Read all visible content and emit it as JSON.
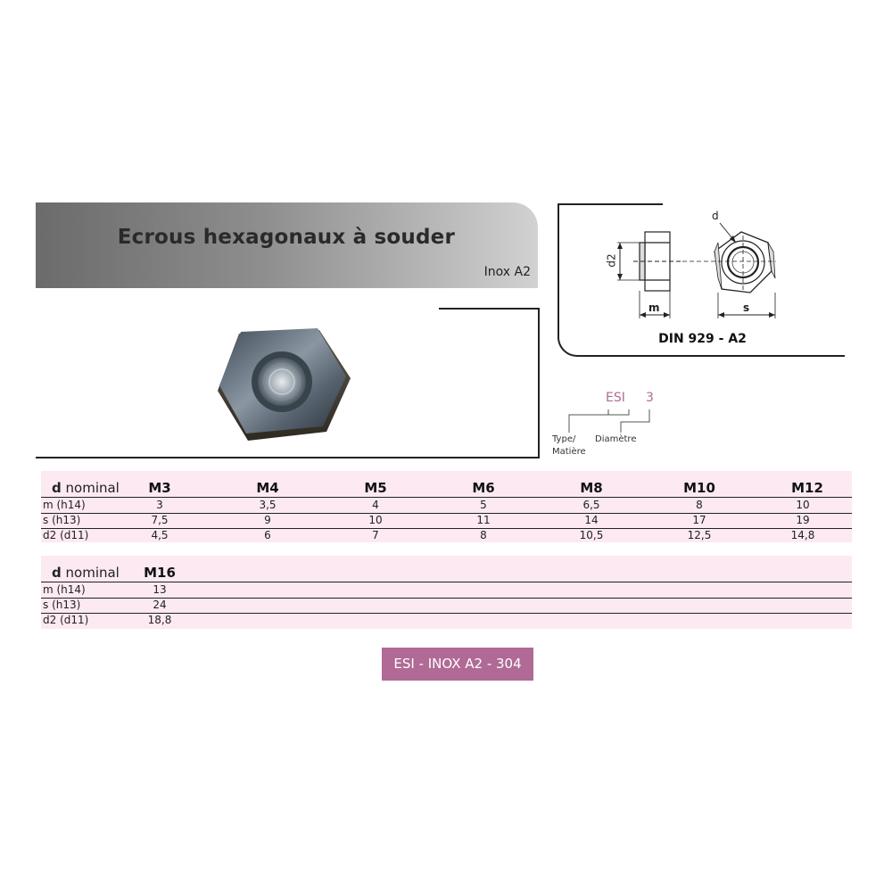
{
  "header": {
    "title": "Ecrous hexagonaux à souder",
    "subtitle": "Inox A2"
  },
  "diagram": {
    "label_d2": "d2",
    "label_m": "m",
    "label_d": "d",
    "label_s": "s",
    "standard": "DIN 929 - A2"
  },
  "code_legend": {
    "prefix": "ESI",
    "suffix": "3",
    "type_label_line1": "Type/",
    "type_label_line2": "Matière",
    "diam_label": "Diamètre"
  },
  "table1": {
    "header_bold": "d",
    "header_rest": " nominal",
    "columns": [
      "M3",
      "M4",
      "M5",
      "M6",
      "M8",
      "M10",
      "M12"
    ],
    "rows": [
      {
        "label": "m (h14)",
        "values": [
          "3",
          "3,5",
          "4",
          "5",
          "6,5",
          "8",
          "10"
        ]
      },
      {
        "label": "s (h13)",
        "values": [
          "7,5",
          "9",
          "10",
          "11",
          "14",
          "17",
          "19"
        ]
      },
      {
        "label": "d2 (d11)",
        "values": [
          "4,5",
          "6",
          "7",
          "8",
          "10,5",
          "12,5",
          "14,8"
        ]
      }
    ]
  },
  "table2": {
    "header_bold": "d",
    "header_rest": " nominal",
    "columns": [
      "M16"
    ],
    "rows": [
      {
        "label": "m (h14)",
        "values": [
          "13"
        ]
      },
      {
        "label": "s (h13)",
        "values": [
          "24"
        ]
      },
      {
        "label": "d2 (d11)",
        "values": [
          "18,8"
        ]
      }
    ]
  },
  "badge": {
    "label": "ESI - INOX A2 - 304"
  },
  "colors": {
    "accent": "#b06a95",
    "table_bg": "#fce9f1"
  }
}
